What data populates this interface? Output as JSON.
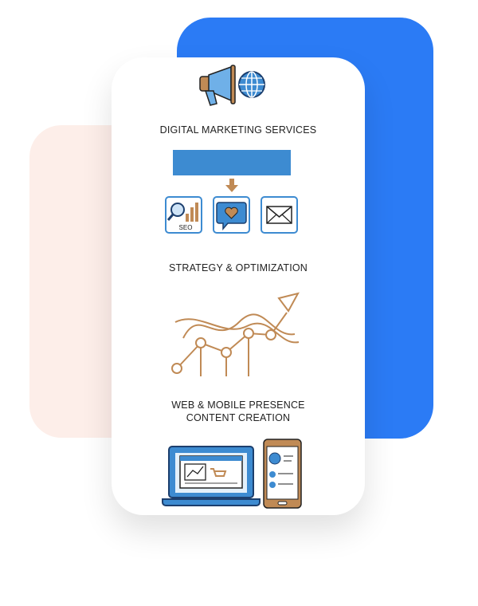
{
  "sections": {
    "services_title": "DIGITAL MARKETING SERVICES",
    "seo_label": "SEO",
    "strategy_title": "STRATEGY & OPTIMIZATION",
    "web_title_line1": "WEB & MOBILE PRESENCE",
    "web_title_line2": "CONTENT CREATION"
  },
  "colors": {
    "blue": "#2b7bf5",
    "pink": "#fdeee9",
    "accent_brown": "#c08a55",
    "icon_blue": "#3d8bd1"
  }
}
